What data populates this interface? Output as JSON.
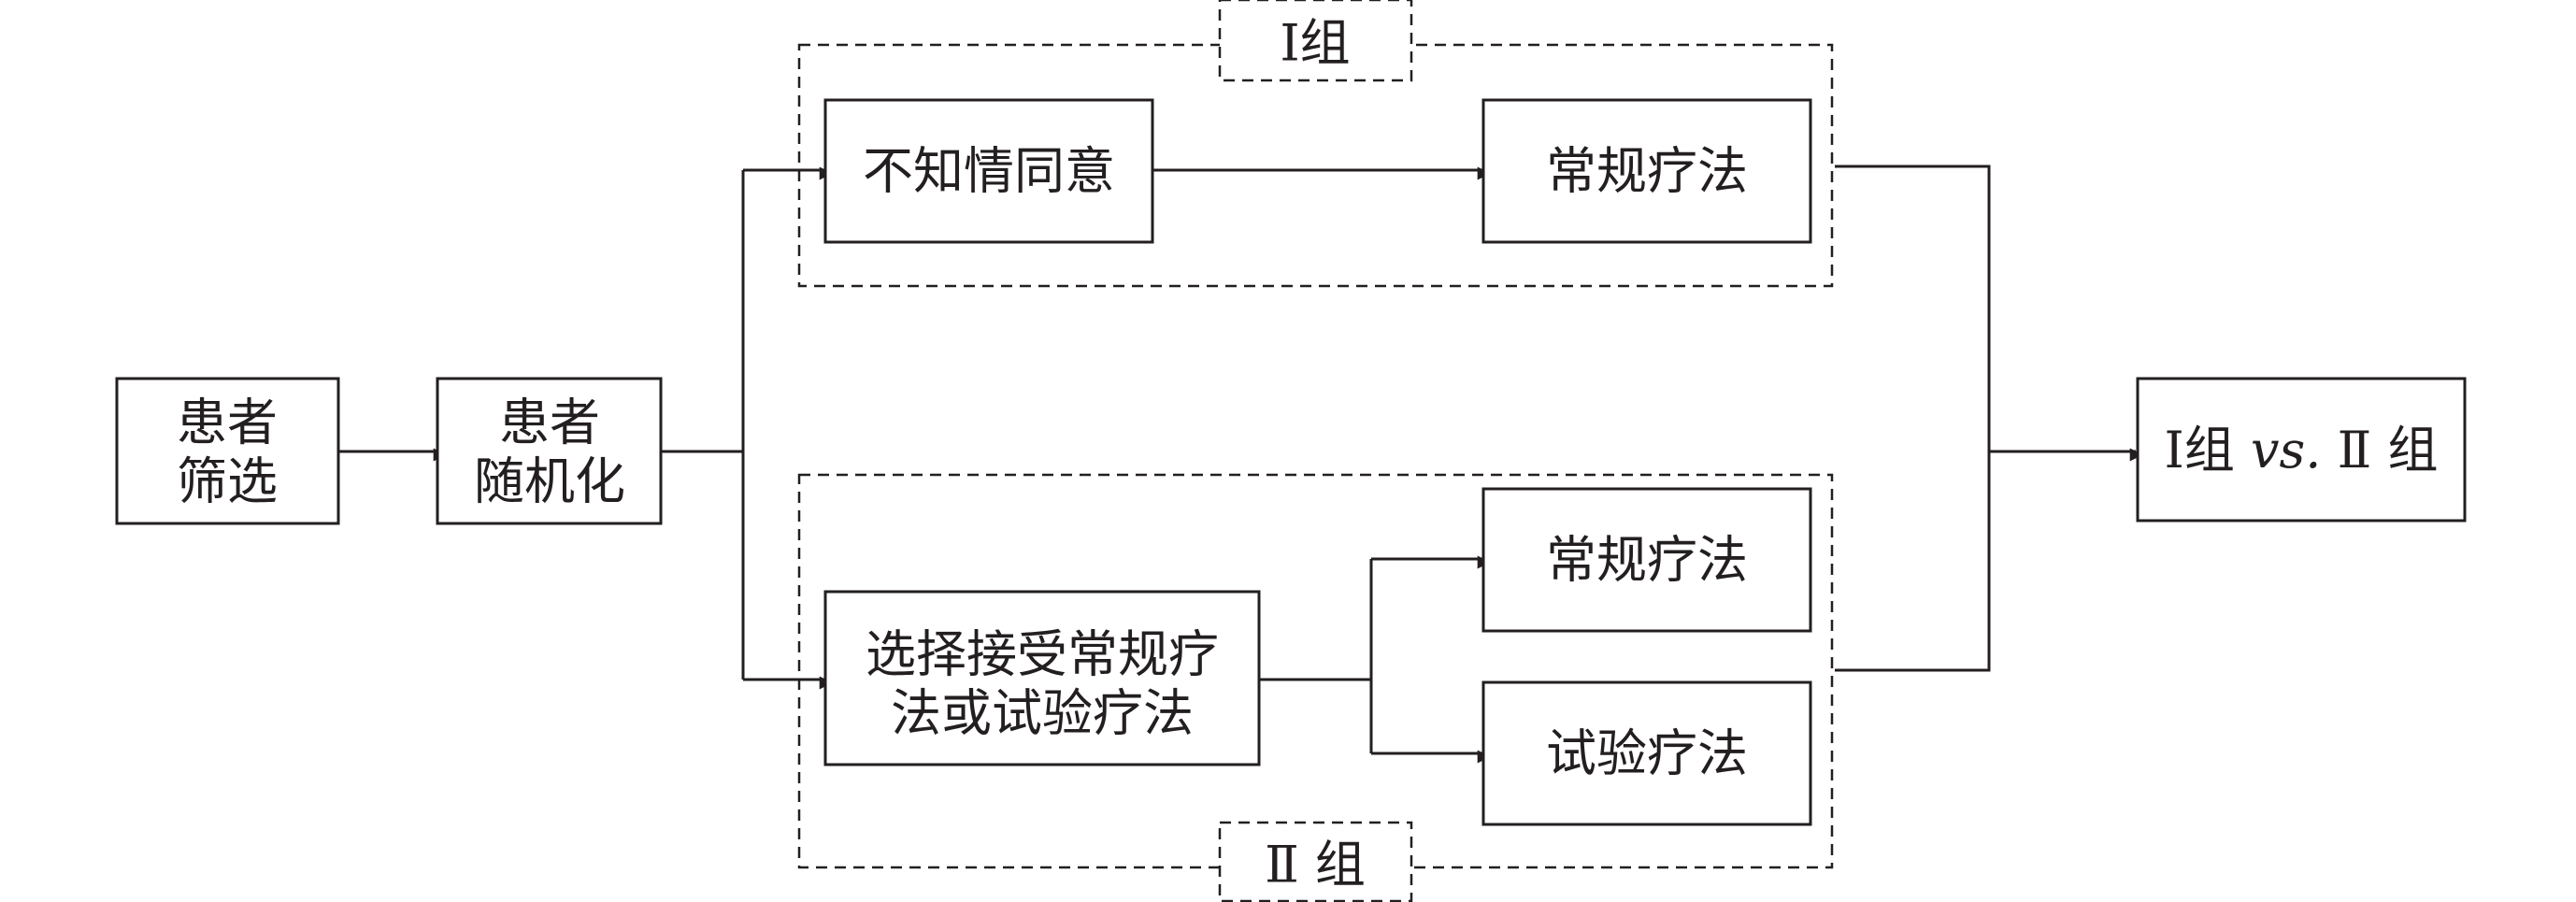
{
  "nodes": {
    "screen": [
      "患者",
      "筛选"
    ],
    "randomize": [
      "患者",
      "随机化"
    ],
    "no_consent": "不知情同意",
    "g1_conventional": "常规疗法",
    "choose": [
      "选择接受常规疗",
      "法或试验疗法"
    ],
    "g2_conventional": "常规疗法",
    "g2_trial": "试验疗法",
    "compare": {
      "g1": "Ⅰ组",
      "vs": "vs.",
      "g2": "Ⅱ 组"
    }
  },
  "groups": {
    "group1": "Ⅰ组",
    "group2": "Ⅱ 组"
  },
  "colors": {
    "stroke": "#231f20",
    "fill": "#ffffff"
  }
}
